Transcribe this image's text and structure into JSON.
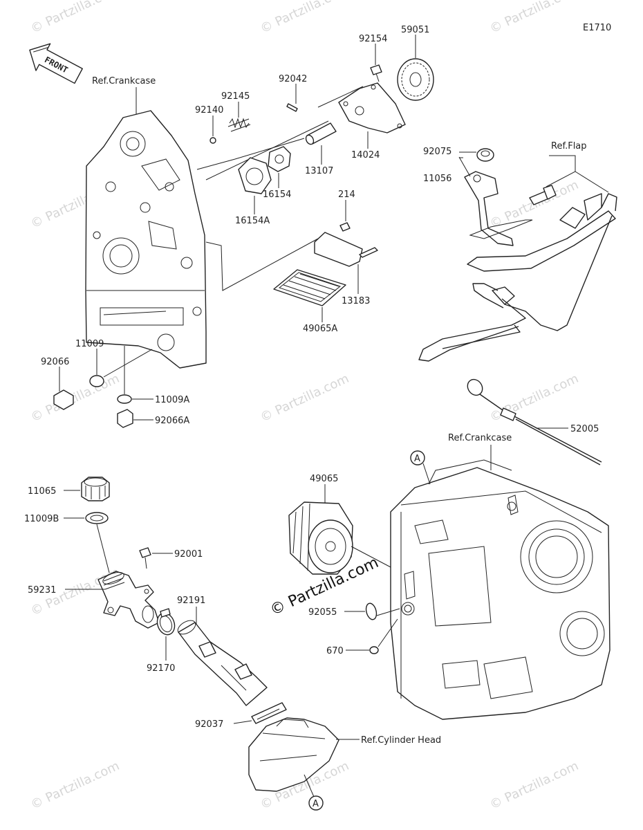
{
  "code": "E1710",
  "front_label": "FRONT",
  "watermark": "© Partzilla.com",
  "watermark_center": "© Partzilla.com",
  "callout_letter": "A",
  "refs": {
    "crankcase_top": "Ref.Crankcase",
    "flap": "Ref.Flap",
    "crankcase_bottom": "Ref.Crankcase",
    "cylinder_head": "Ref.Cylinder Head"
  },
  "parts": {
    "p92154": "92154",
    "p59051": "59051",
    "p92042": "92042",
    "p92145": "92145",
    "p92140": "92140",
    "p13107": "13107",
    "p14024": "14024",
    "p16154": "16154",
    "p16154A": "16154A",
    "p214": "214",
    "p13183": "13183",
    "p49065A": "49065A",
    "p92075": "92075",
    "p11056": "11056",
    "p11009": "11009",
    "p92066": "92066",
    "p11009A": "11009A",
    "p92066A": "92066A",
    "p52005": "52005",
    "p11065": "11065",
    "p11009B": "11009B",
    "p49065": "49065",
    "p92001": "92001",
    "p59231": "59231",
    "p92191": "92191",
    "p92055": "92055",
    "p92170": "92170",
    "p670": "670",
    "p92037": "92037"
  }
}
